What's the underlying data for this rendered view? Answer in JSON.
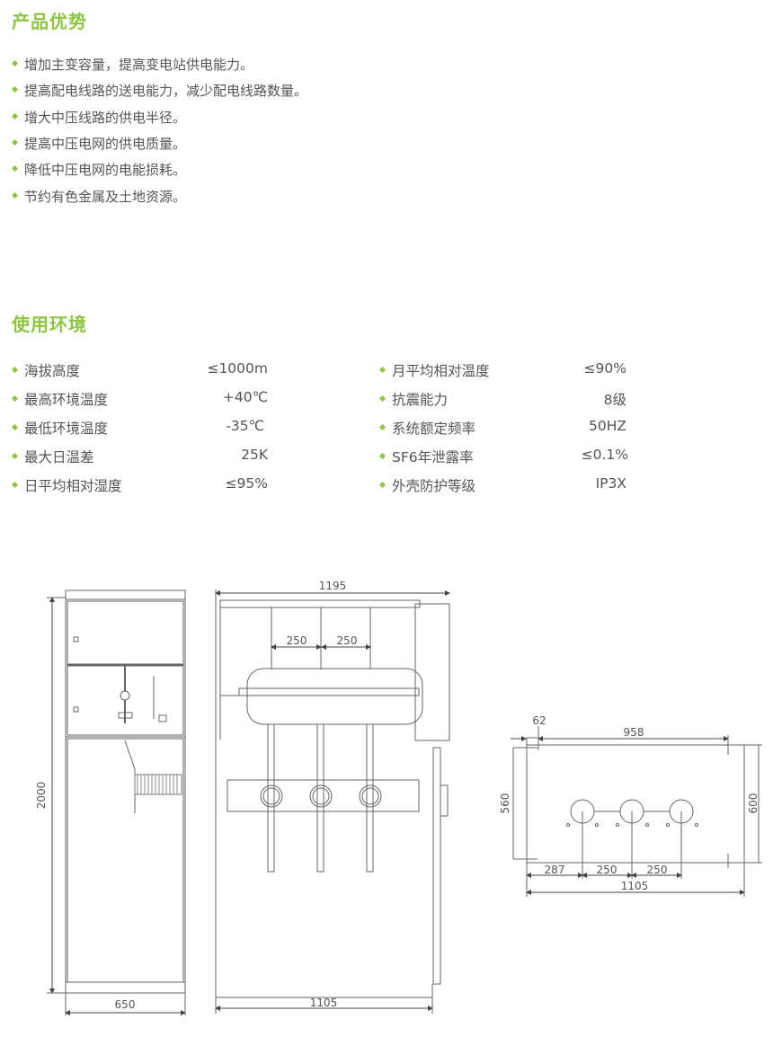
{
  "advantages": {
    "title": "产品优势",
    "items": [
      "增加主变容量，提高变电站供电能力。",
      "提高配电线路的送电能力，减少配电线路数量。",
      "增大中压线路的供电半径。",
      "提高中压电网的供电质量。",
      "降低中压电网的电能损耗。",
      "节约有色金属及土地资源。"
    ]
  },
  "environment": {
    "title": "使用环境",
    "left": [
      {
        "label": "海拔高度",
        "value": "≤1000m"
      },
      {
        "label": "最高环境温度",
        "value": "+40℃"
      },
      {
        "label": "最低环境温度",
        "value": "-35℃"
      },
      {
        "label": "最大日温差",
        "value": "25K"
      },
      {
        "label": "日平均相对湿度",
        "value": "≤95%"
      }
    ],
    "right": [
      {
        "label": "月平均相对温度",
        "value": "≤90%"
      },
      {
        "label": "抗震能力",
        "value": "8级"
      },
      {
        "label": "系统额定频率",
        "value": "50HZ"
      },
      {
        "label": "SF6年泄露率",
        "value": "≤0.1%"
      },
      {
        "label": "外壳防护等级",
        "value": "IP3X"
      }
    ]
  },
  "drawing": {
    "front": {
      "height": "2000",
      "width": "650"
    },
    "side": {
      "top": "1195",
      "spacing1": "250",
      "spacing2": "250",
      "bottom": "1105"
    },
    "plan": {
      "offset": "62",
      "hole_span": "958",
      "hole_depth": "560",
      "depth": "600",
      "first": "287",
      "spacing1": "250",
      "spacing2": "250",
      "width": "1105"
    }
  },
  "colors": {
    "accent": "#8cc63f",
    "text": "#555555"
  }
}
